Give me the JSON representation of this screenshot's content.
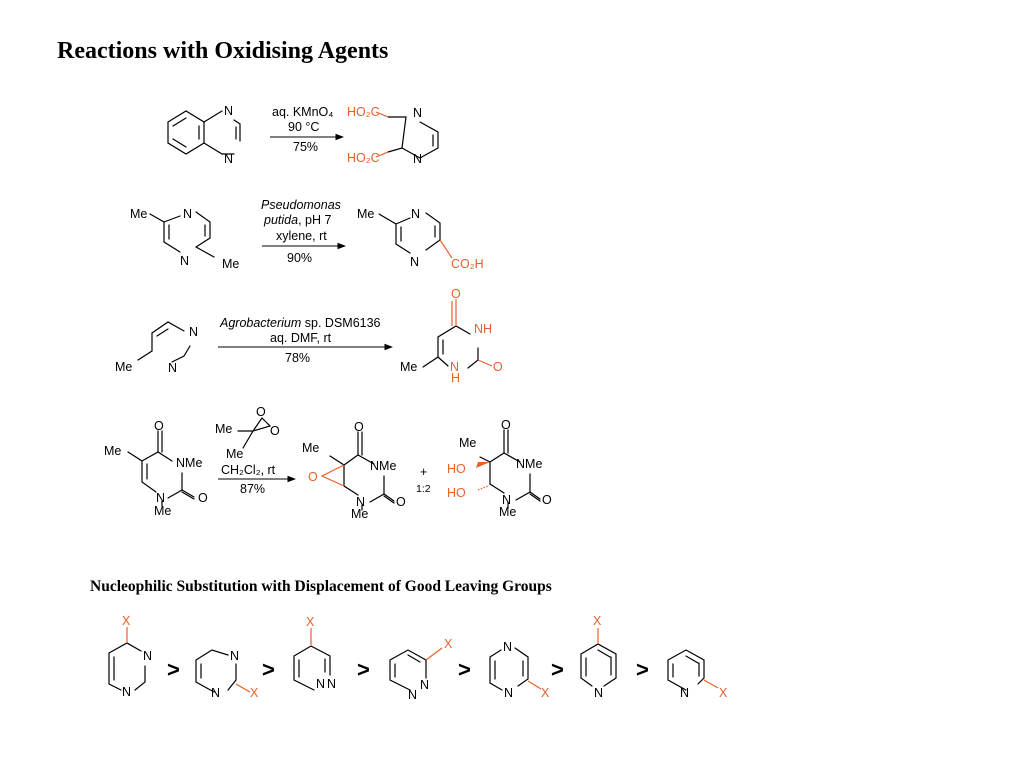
{
  "title": "Reactions with Oxidising Agents",
  "subtitle": "Nucleophilic Substitution with Displacement of Good Leaving Groups",
  "colors": {
    "text": "#000000",
    "highlight": "#e8602c",
    "background": "#ffffff"
  },
  "atoms": {
    "N": "N",
    "NH": "NH",
    "H": "H",
    "O": "O",
    "Me": "Me",
    "NMe": "NMe",
    "HO": "HO",
    "X": "X",
    "CO2H": "CO₂H",
    "HO2C": "HO₂C"
  },
  "reactions": [
    {
      "conditions": [
        "aq. KMnO₄",
        "90 °C"
      ],
      "yield": "75%"
    },
    {
      "conditions_italic": [
        "Pseudomonas",
        "putida"
      ],
      "conditions": [
        ", pH 7",
        "xylene, rt"
      ],
      "yield": "90%"
    },
    {
      "conditions_italic": [
        "Agrobacterium"
      ],
      "conditions": [
        " sp. DSM6136",
        "aq. DMF, rt"
      ],
      "yield": "78%"
    },
    {
      "conditions": [
        "CH₂Cl₂, rt"
      ],
      "yield": "87%",
      "plus": "+",
      "ratio": "1:2"
    }
  ],
  "reactivity_order": {
    "separator": ">",
    "count": 7
  }
}
